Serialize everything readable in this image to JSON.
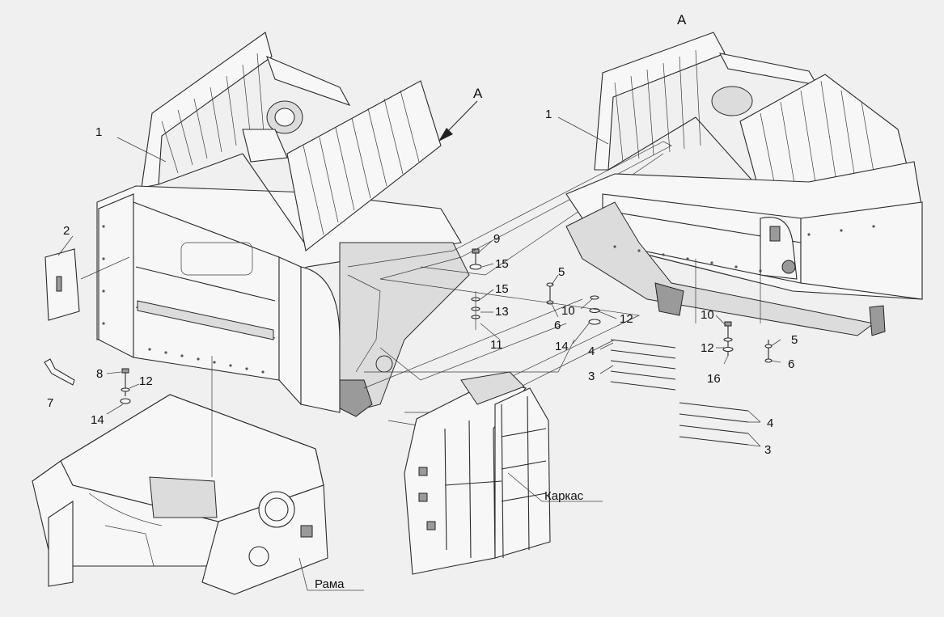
{
  "view_marks": {
    "main": "А",
    "detail": "А"
  },
  "captions": {
    "frame": "Рама",
    "carcass": "Каркас"
  },
  "callouts": {
    "l1a": "1",
    "l2": "2",
    "l7": "7",
    "l8": "8",
    "l12a": "12",
    "l14a": "14",
    "l9": "9",
    "l15a": "15",
    "l15b": "15",
    "l13": "13",
    "l11": "11",
    "l5a": "5",
    "l6a": "6",
    "l10a": "10",
    "l12b": "12",
    "l14b": "14",
    "l4a": "4",
    "l3a": "3",
    "l1b": "1",
    "l10b": "10",
    "l12c": "12",
    "l16": "16",
    "l5b": "5",
    "l6b": "6",
    "l4b": "4",
    "l3b": "3"
  }
}
